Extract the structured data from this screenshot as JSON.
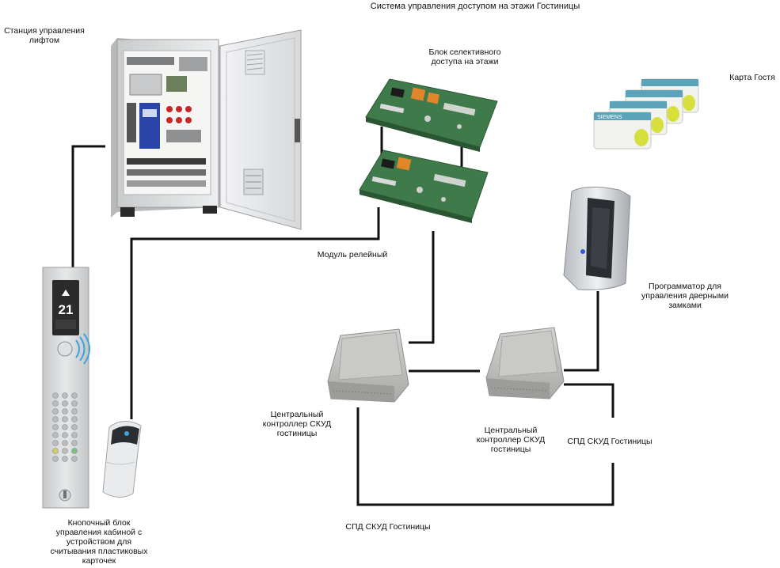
{
  "title": "Система управления доступом на этажи Гостиницы",
  "labels": {
    "lift_station": "Станция управления\nлифтом",
    "selective_block": "Блок селективного\nдоступа на этажи",
    "guest_card": "Карта Гостя",
    "relay_module": "Модуль релейный",
    "programmer": "Программатор для\nуправления дверными\nзамками",
    "central_controller_1": "Центральный\nконтроллер СКУД\nгостиницы",
    "central_controller_2": "Центральный\nконтроллер СКУД\nгостиницы",
    "spd_right": "СПД СКУД Гостиницы",
    "spd_bottom": "СПД СКУД Гостиницы",
    "cabin_panel": "Кнопочный блок\nуправления кабиной с\nустройством для\nсчитывания пластиковых\nкарточек"
  },
  "floor_display": "21",
  "card_brand": "SIEMENS",
  "colors": {
    "wire": "#111111",
    "cabinet": "#d9dbdc",
    "pcb": "#3f7a4a",
    "card": "#f2f2ef",
    "card_header": "#5aa3b8",
    "card_accent": "#d6df3c",
    "controller": "#bfc0bd"
  }
}
